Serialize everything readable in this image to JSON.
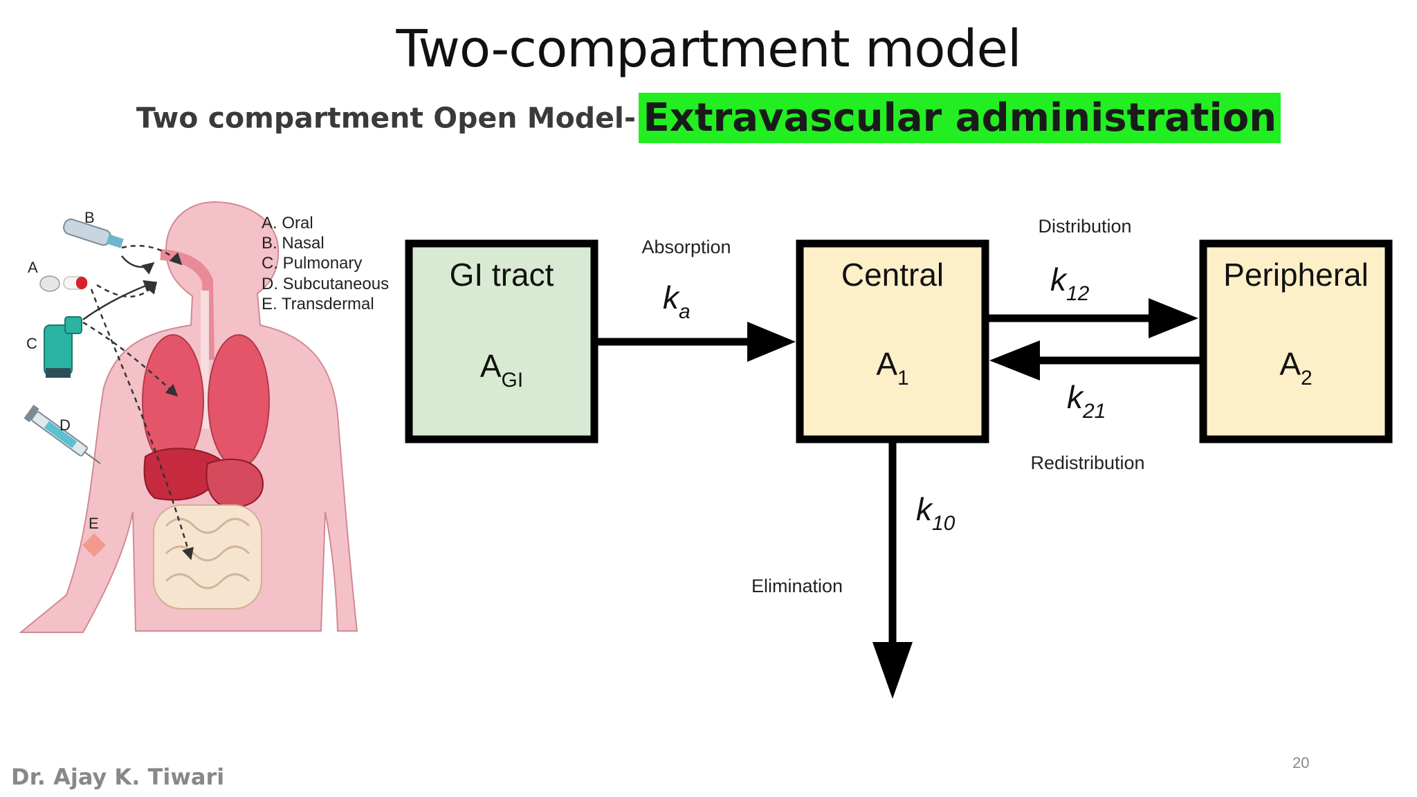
{
  "slide": {
    "title": "Two-compartment model",
    "subtitle_prefix": "Two compartment Open Model-",
    "subtitle_highlight": "Extravascular administration",
    "author": "Dr. Ajay K. Tiwari",
    "page_number": "20",
    "highlight_color": "#22ee22"
  },
  "illustration": {
    "route_letters": [
      "A",
      "B",
      "C",
      "D",
      "E"
    ],
    "legend": [
      "A. Oral",
      "B. Nasal",
      "C. Pulmonary",
      "D. Subcutaneous",
      "E. Transdermal"
    ]
  },
  "diagram": {
    "gi": {
      "name": "GI tract",
      "symbol": "A",
      "sub": "GI",
      "fill": "#d9ead3"
    },
    "central": {
      "name": "Central",
      "symbol": "A",
      "sub": "1",
      "fill": "#fdefc8"
    },
    "peripheral": {
      "name": "Peripheral",
      "symbol": "A",
      "sub": "2",
      "fill": "#fdefc8"
    },
    "labels": {
      "absorption": "Absorption",
      "distribution": "Distribution",
      "redistribution": "Redistribution",
      "elimination": "Elimination"
    },
    "rates": {
      "ka": {
        "k": "k",
        "sub": "a"
      },
      "k12": {
        "k": "k",
        "sub": "12"
      },
      "k21": {
        "k": "k",
        "sub": "21"
      },
      "k10": {
        "k": "k",
        "sub": "10"
      }
    }
  }
}
